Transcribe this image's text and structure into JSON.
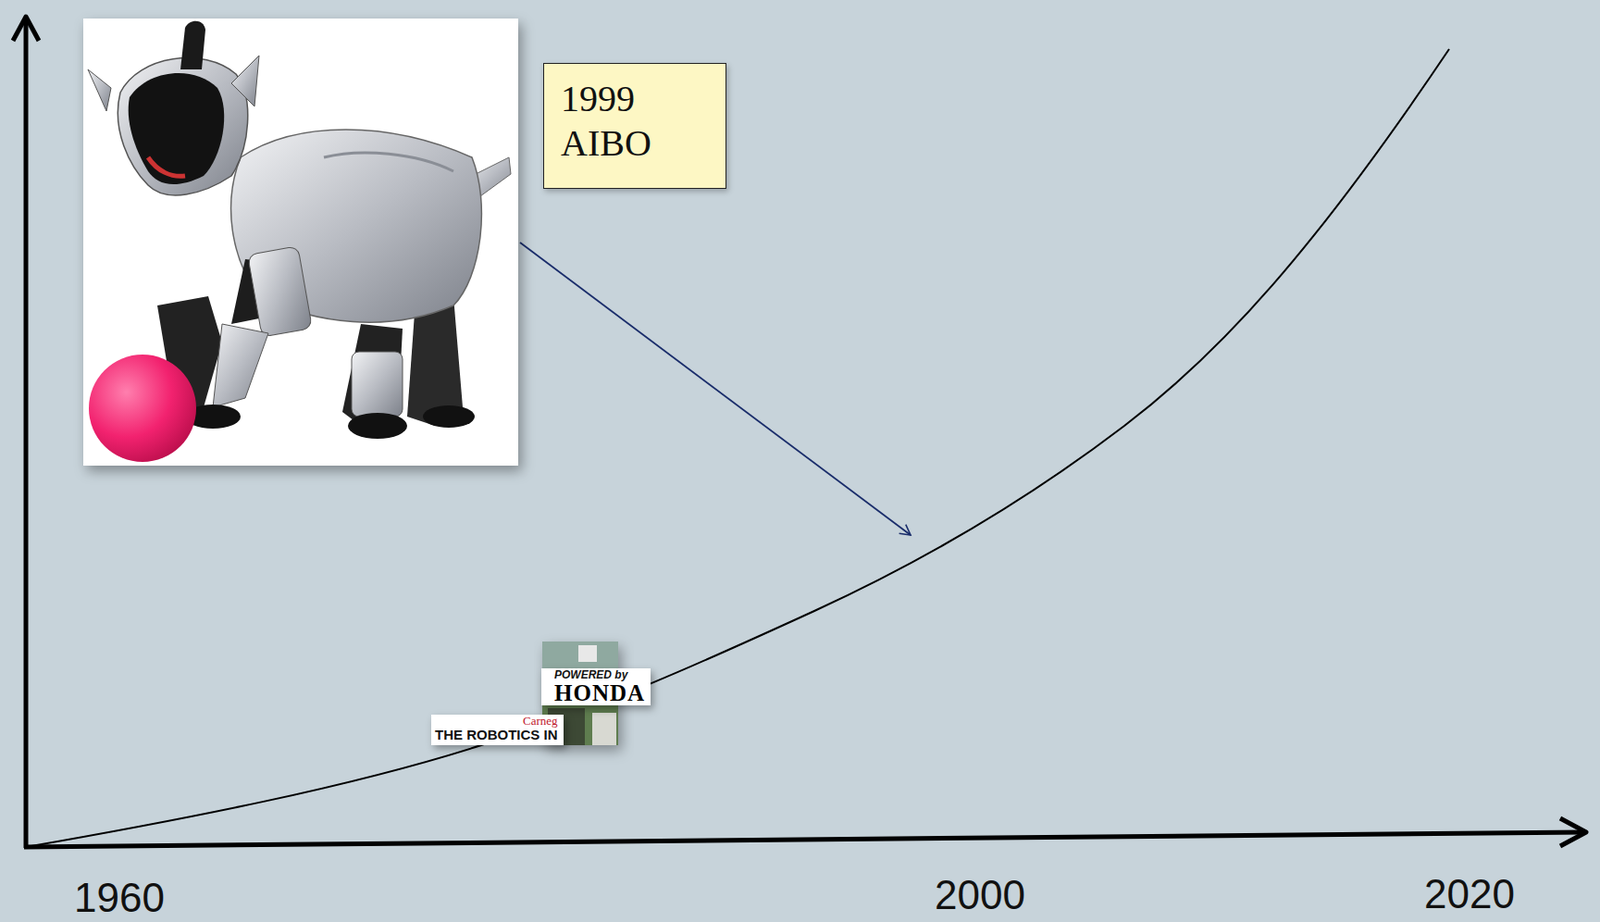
{
  "diagram": {
    "nodes": [
      {
        "text": [
          "1999 AIBO"
        ]
      }
    ],
    "labels": [
      "POWERED by",
      "HONDA",
      "Carneg",
      "THE ROBOTICS IN",
      "1960",
      "2000",
      "2020"
    ]
  }
}
